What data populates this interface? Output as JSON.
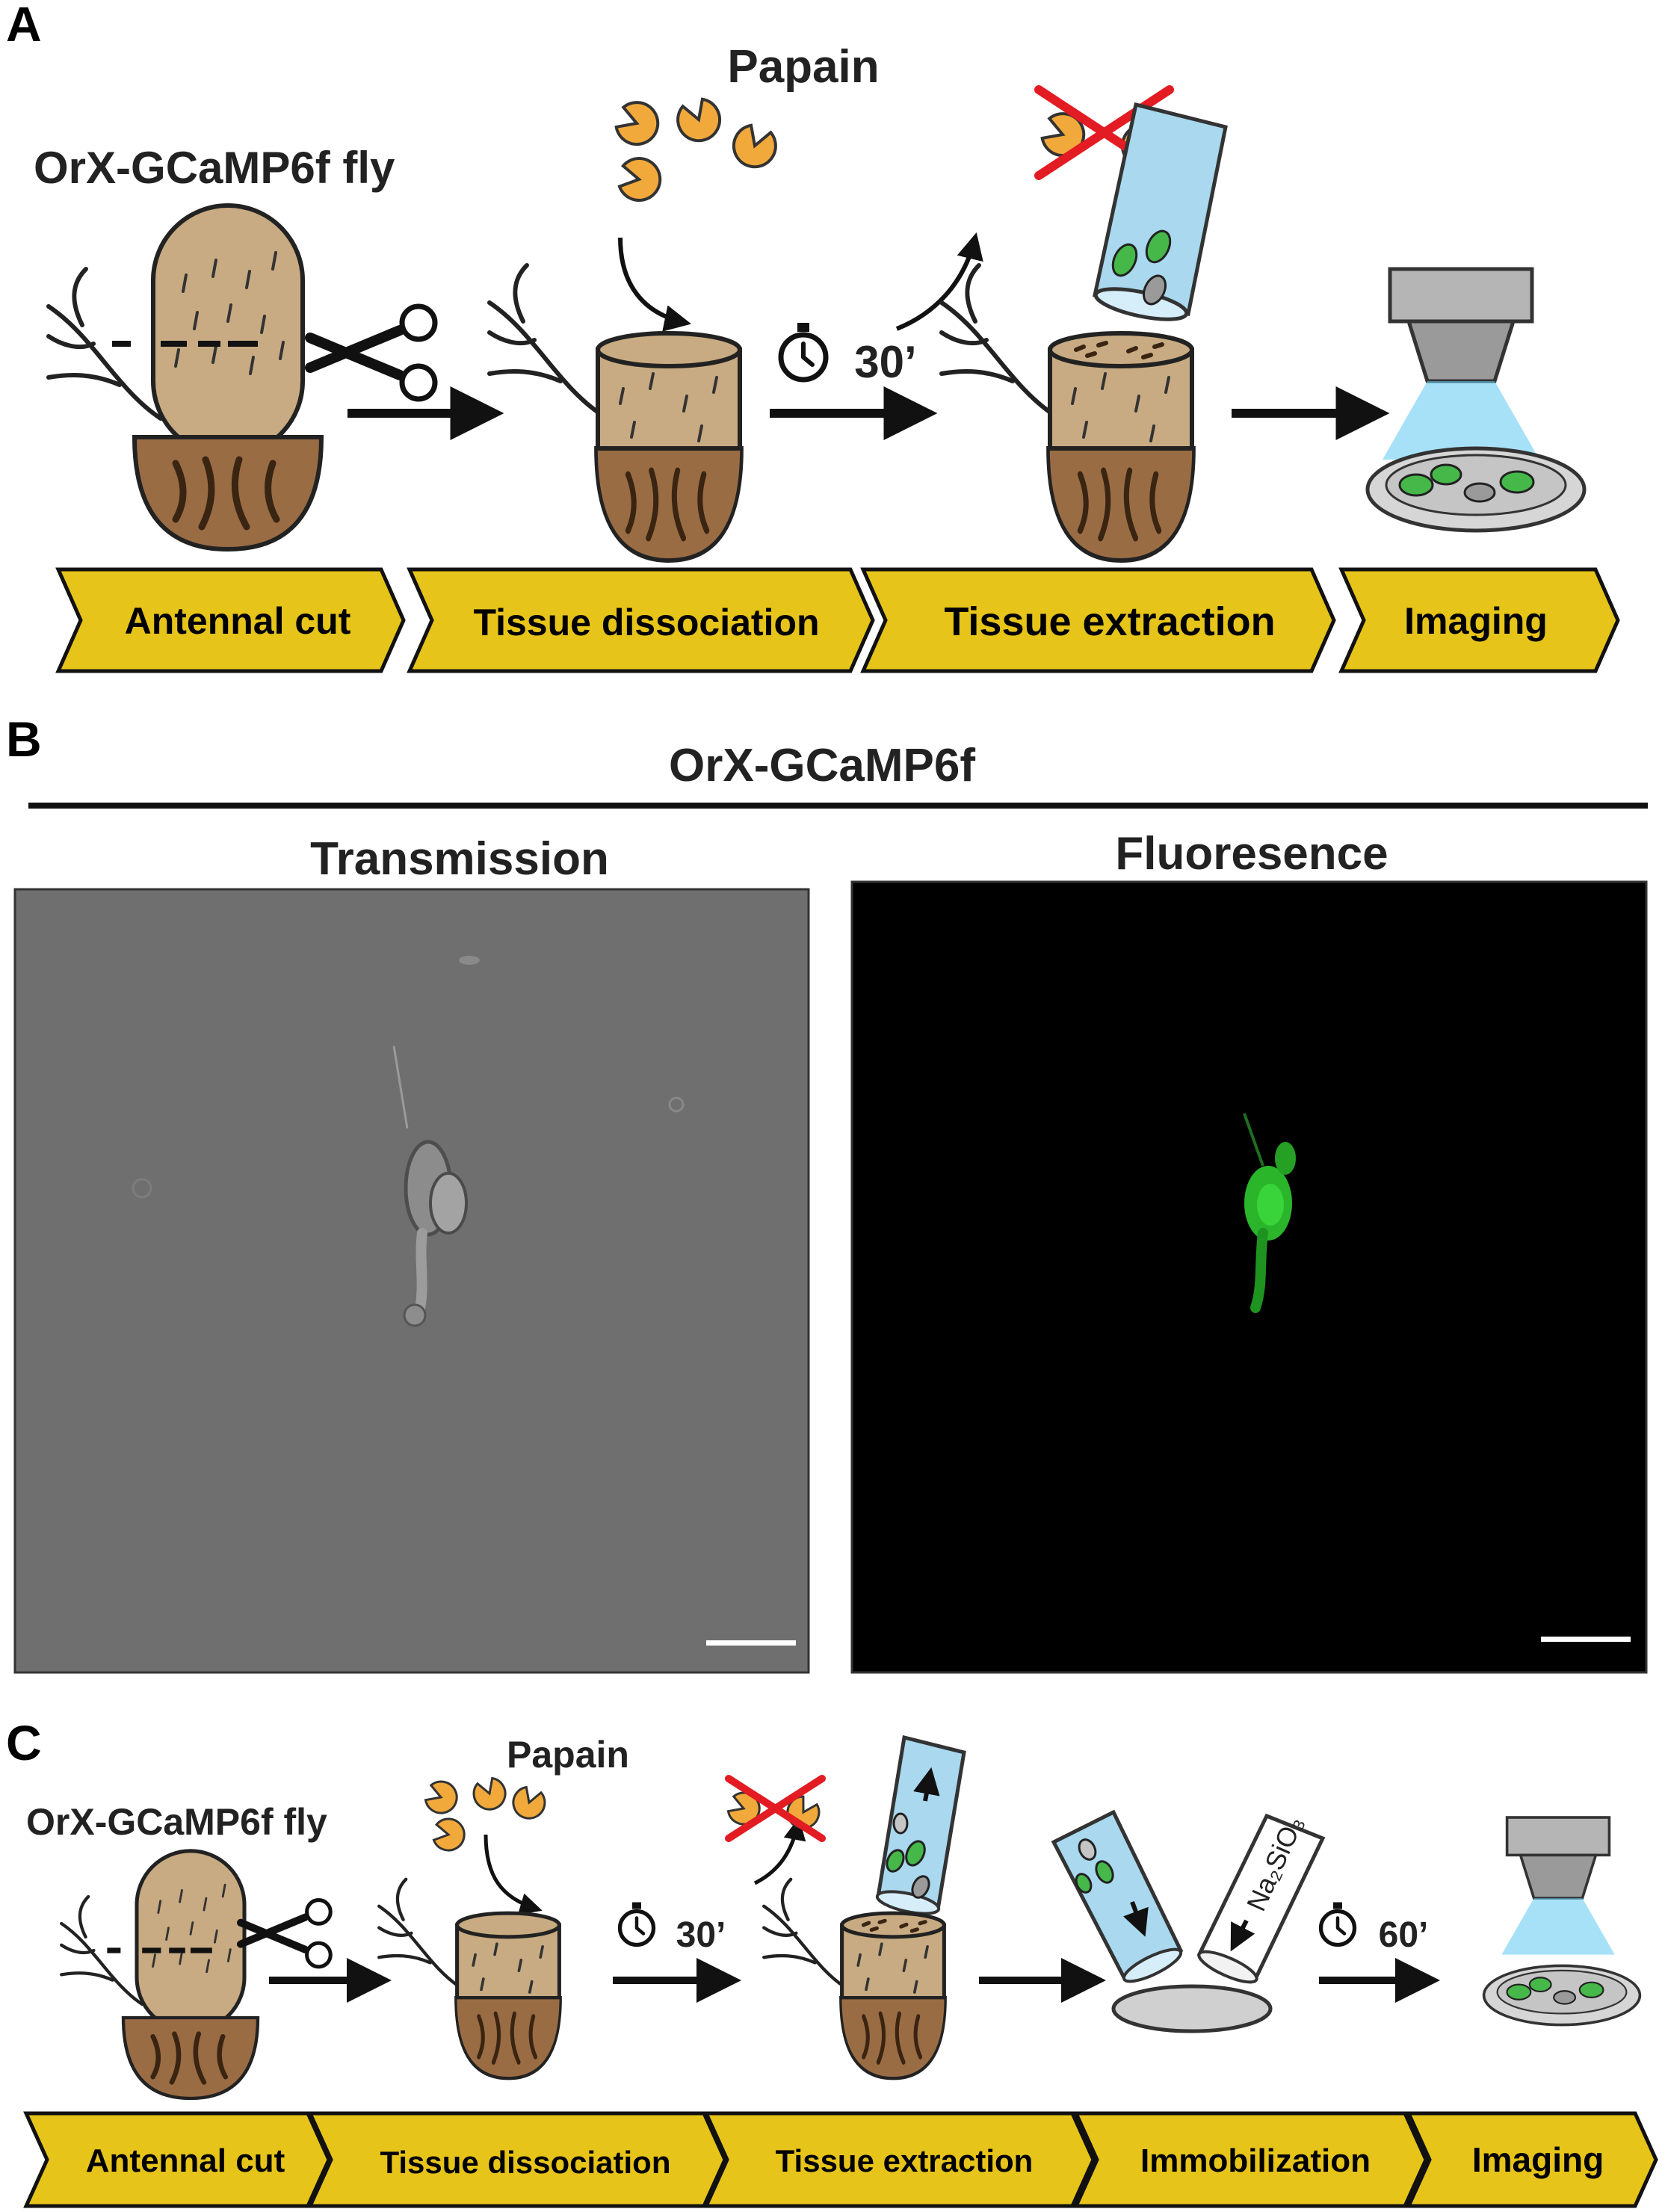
{
  "panel_a": {
    "letter": "A",
    "fly_label": "OrX-GCaMP6f fly",
    "papain_label": "Papain",
    "timer_label": "30’",
    "steps": [
      "Antennal cut",
      "Tissue dissociation",
      "Tissue extraction",
      "Imaging"
    ]
  },
  "panel_b": {
    "letter": "B",
    "title": "OrX-GCaMP6f",
    "left_label": "Transmission",
    "right_label": "Fluoresence"
  },
  "panel_c": {
    "letter": "C",
    "fly_label": "OrX-GCaMP6f fly",
    "papain_label": "Papain",
    "timer1_label": "30’",
    "timer2_label": "60’",
    "reagent_label": "Na₂SiO₃",
    "steps": [
      "Antennal cut",
      "Tissue dissociation",
      "Tissue extraction",
      "Immobilization",
      "Imaging"
    ]
  },
  "colors": {
    "antenna_tan": "#c8ab82",
    "antenna_base": "#9a6c44",
    "banner_yellow": "#e6c419",
    "tube_blue": "#a9d8ef",
    "cell_green": "#46b84a",
    "papain_orange": "#f2a93b",
    "cross_red": "#e31b23",
    "light_blue": "#5ec8f0"
  },
  "icons": [
    "scissors-icon",
    "stopwatch-icon",
    "papain-enzyme-icon",
    "microscope-objective-icon",
    "pipette-tube-icon",
    "petri-dish-icon"
  ]
}
